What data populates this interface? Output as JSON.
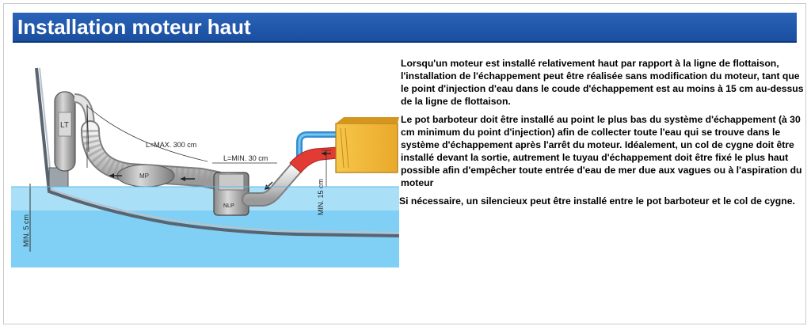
{
  "header": {
    "title": "Installation moteur haut"
  },
  "diagram": {
    "labels": {
      "l_max": "L=MAX. 300 cm",
      "l_min": "L=MIN. 30 cm",
      "min_15": "MIN. 15 cm",
      "min_5": "MIN. 5 cm",
      "lt": "LT",
      "mp": "MP",
      "nlp": "NLP"
    },
    "colors": {
      "water": "#7fd0f4",
      "engine": "#f0b534",
      "hot_pipe": "#e23b34",
      "cold_pipe": "#3aa0e0",
      "title_bar": "#1e55a8"
    }
  },
  "body": {
    "paragraphs": [
      "Lorsqu'un moteur est installé relativement haut par rapport à la ligne de flottaison, l'installation de l'échappement peut être réalisée sans modification du moteur, tant que le point d'injection d'eau dans le coude d'échappement est au moins à 15 cm au-dessus de la ligne de flottaison.",
      "Le pot barboteur doit être installé au point le plus bas du système d'échappement (à 30 cm minimum du point d'injection) afin de collecter toute l'eau qui se trouve dans le système d'échappement après l'arrêt du moteur. Idéalement, un col de cygne doit être installé devant la sortie, autrement le tuyau d'échappement doit être fixé le plus haut possible afin d'empêcher toute entrée d'eau de mer due aux vagues ou à l'aspiration du moteur",
      "Si nécessaire, un silencieux peut être installé entre le pot barboteur et le col de cygne."
    ]
  }
}
